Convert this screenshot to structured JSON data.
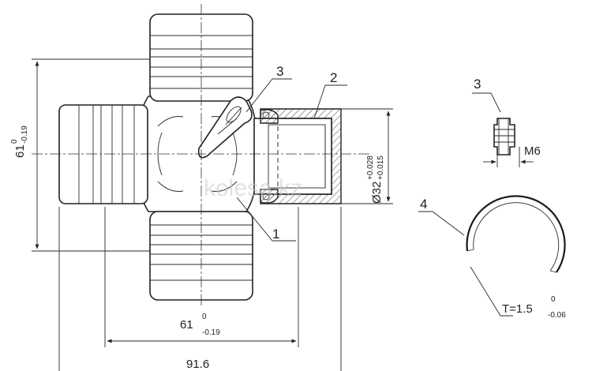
{
  "callouts": {
    "part1": "1",
    "part2": "2",
    "part3": "3",
    "part3_detail": "3",
    "part4": "4"
  },
  "dims": {
    "left_vertical": {
      "value": "61",
      "upper": "0",
      "lower": "-0.19"
    },
    "bottom_inner": {
      "value": "61",
      "upper": "0",
      "lower": "-0.19"
    },
    "bottom_overall": {
      "value": "91.6"
    },
    "cup_diameter": {
      "value": "Ø32",
      "upper": "+0.028",
      "lower": "+0.015"
    },
    "thread": {
      "value": "M6"
    },
    "ring_thickness": {
      "value": "T=1.5",
      "upper": "0",
      "lower": "-0.06"
    }
  },
  "watermark": "kolesa.kz",
  "colors": {
    "ink": "#222222",
    "background": "#ffffff"
  }
}
